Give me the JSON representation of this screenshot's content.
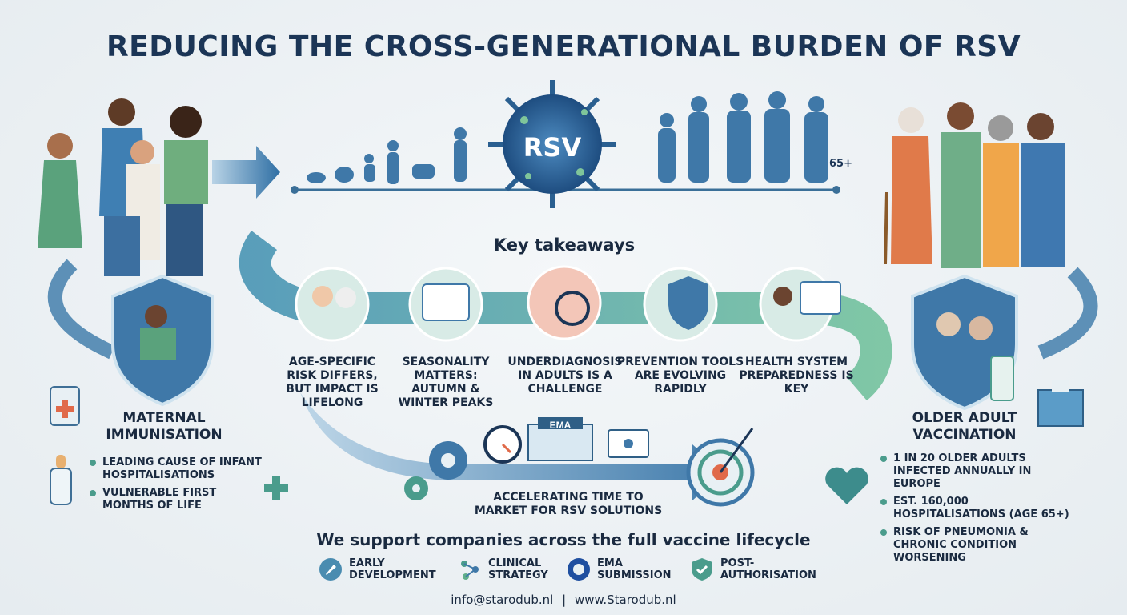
{
  "title": "REDUCING THE CROSS-GENERATIONAL BURDEN OF RSV",
  "virus_label": "RSV",
  "age_label": "65+",
  "key_takeaways": {
    "heading": "Key takeaways",
    "items": [
      {
        "label": "AGE-SPECIFIC RISK DIFFERS, BUT IMPACT IS LIFELONG",
        "icon": "baby-and-elder-icon"
      },
      {
        "label": "SEASONALITY MATTERS: AUTUMN & WINTER PEAKS",
        "icon": "calendar-snowflake-icon"
      },
      {
        "label": "UNDERDIAGNOSIS IN ADULTS IS A CHALLENGE",
        "icon": "magnifier-throat-icon"
      },
      {
        "label": "PREVENTION TOOLS ARE EVOLVING RAPIDLY",
        "icon": "vials-shield-icon"
      },
      {
        "label": "HEALTH SYSTEM PREPAREDNESS IS KEY",
        "icon": "doctor-dashboard-icon"
      }
    ]
  },
  "maternal": {
    "title": "MATERNAL IMMUNISATION",
    "bullets": [
      "LEADING CAUSE OF INFANT HOSPITALISATIONS",
      "VULNERABLE FIRST MONTHS OF LIFE"
    ]
  },
  "older": {
    "title": "OLDER ADULT VACCINATION",
    "bullets": [
      "1 IN 20 OLDER ADULTS INFECTED ANNUALLY IN EUROPE",
      "EST. 160,000 HOSPITALISATIONS (AGE 65+)",
      "RISK OF PNEUMONIA & CHRONIC CONDITION WORSENING"
    ]
  },
  "accelerating": "ACCELERATING TIME TO MARKET FOR RSV SOLUTIONS",
  "ema_sign": "EMA",
  "support": "We support companies across the full vaccine lifecycle",
  "services": [
    {
      "label": "EARLY DEVELOPMENT",
      "icon": "rocket-icon"
    },
    {
      "label": "CLINICAL STRATEGY",
      "icon": "molecule-icon"
    },
    {
      "label": "EMA SUBMISSION",
      "icon": "seal-icon"
    },
    {
      "label": "POST-AUTHORISATION",
      "icon": "shield-check-icon"
    }
  ],
  "contact": {
    "email": "info@starodub.nl",
    "separator": "|",
    "website": "www.Starodub.nl"
  },
  "colors": {
    "navy": "#1b3556",
    "blue": "#3a78a8",
    "teal": "#4a9c8c",
    "green": "#5fae8a",
    "orange": "#e07a4a"
  }
}
